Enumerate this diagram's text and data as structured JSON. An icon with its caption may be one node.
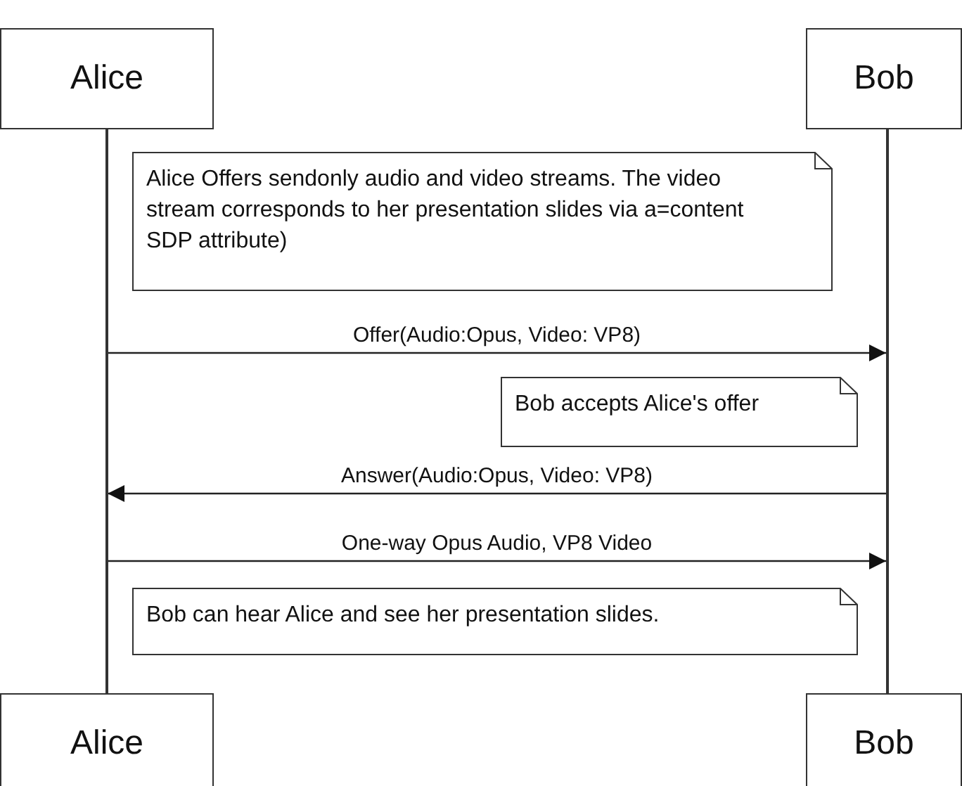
{
  "diagram": {
    "nodes": [
      {
        "text": [
          "Alice"
        ]
      },
      {
        "text": [
          "Bob"
        ]
      },
      {
        "text": [],
        "shape": "line"
      },
      {
        "text": [],
        "shape": "line"
      },
      {
        "text": [
          "Alice Offers sendonly audio and video streams. The video stream corresponds to her presentation slides via a=content SDP attribute)"
        ]
      },
      {
        "text": [
          "Bob accepts Alice's offer"
        ]
      },
      {
        "text": [
          "Bob can hear Alice and see her presentation slides."
        ]
      },
      {
        "text": [
          "Alice"
        ]
      },
      {
        "text": [
          "Bob"
        ]
      }
    ],
    "edges": [
      {
        "from": 2,
        "to": 3,
        "label": "Offer(Audio:Opus, Video: VP8)",
        "arrow": "to"
      },
      {
        "from": 3,
        "to": 2,
        "label": "Answer(Audio:Opus, Video: VP8)",
        "arrow": "to"
      },
      {
        "from": 2,
        "to": 3,
        "label": "One-way Opus Audio, VP8 Video",
        "arrow": "to"
      }
    ]
  }
}
